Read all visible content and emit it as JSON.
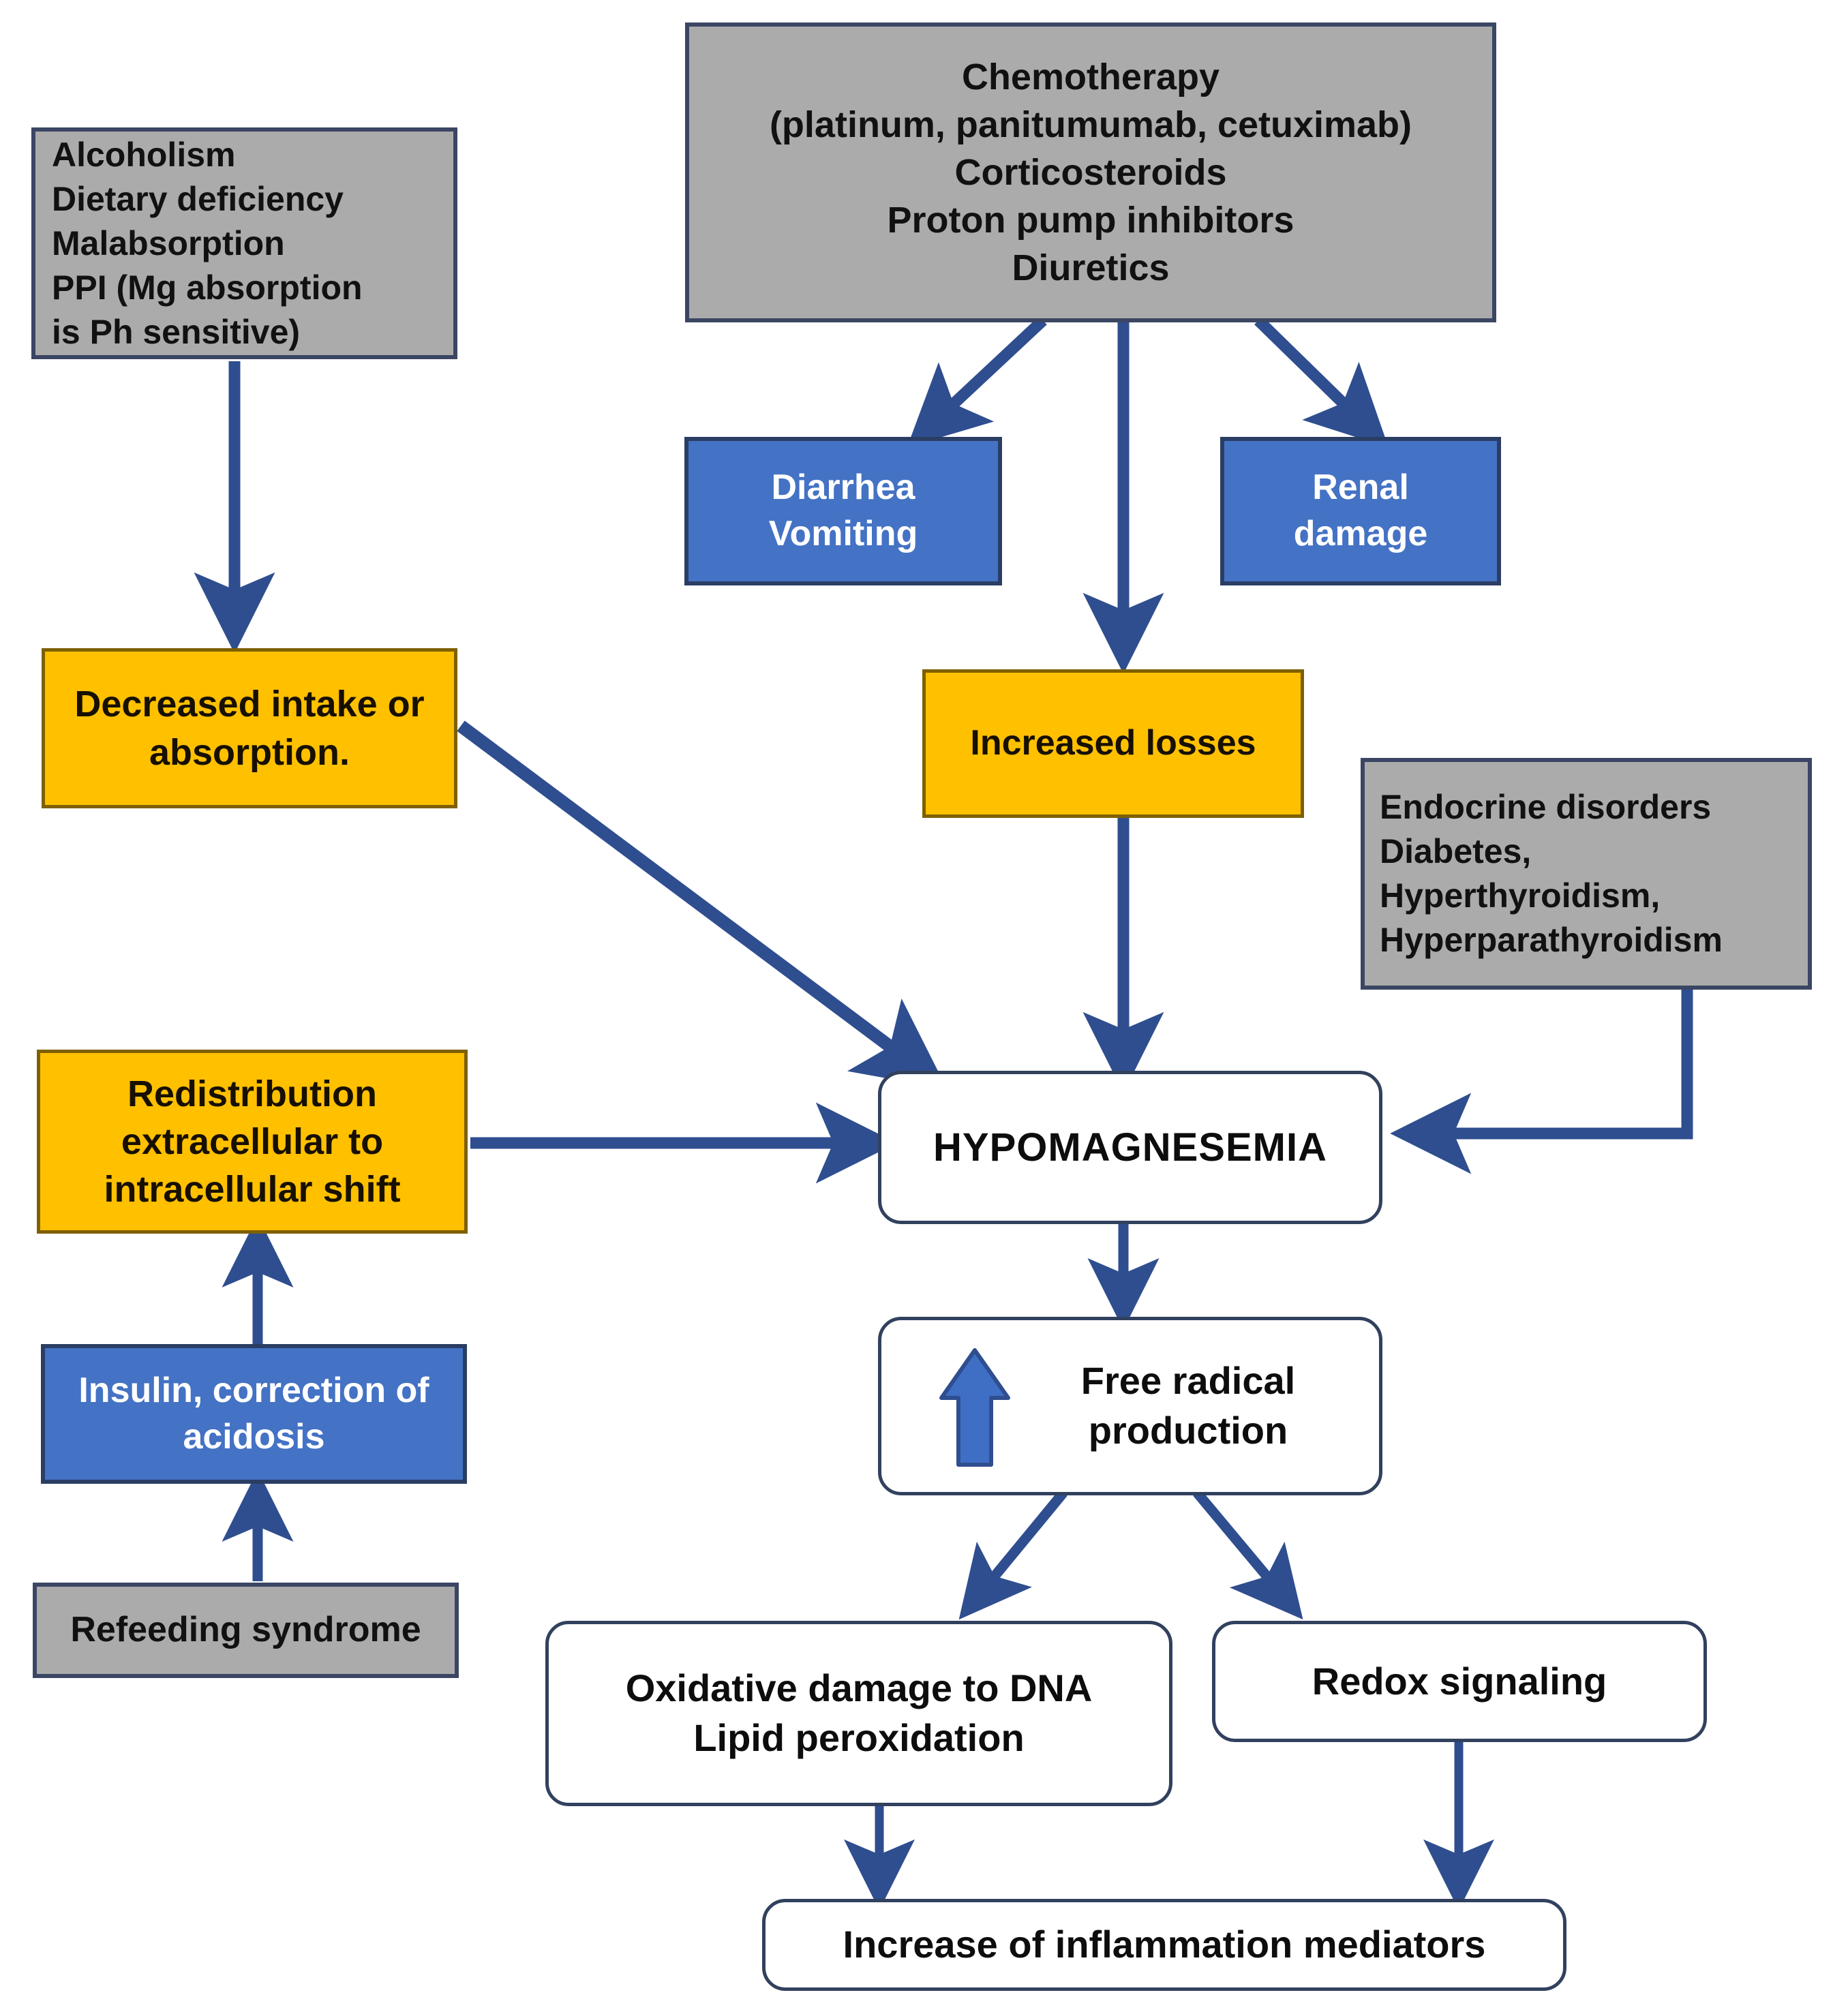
{
  "diagram": {
    "title": "Hypomagnesemia pathophysiology flowchart",
    "colors": {
      "gray_fill": "#ABABAB",
      "blue_fill": "#4472C4",
      "yellow_fill": "#FFC000",
      "white_fill": "#FFFFFF",
      "border_dark_blue": "#31415E",
      "arrow": "#2F4E8F",
      "yellow_border": "#7E6000"
    },
    "nodes": {
      "drug_causes": "Chemotherapy\n(platinum, panitumumab, cetuximab)\nCorticosteroids\nProton pump inhibitors\nDiuretics",
      "intake_causes": "Alcoholism\nDietary deficiency\nMalabsorption\nPPI (Mg absorption\nis Ph sensitive)",
      "diarrhea_vomiting": "Diarrhea\nVomiting",
      "renal_damage": "Renal\ndamage",
      "decreased_intake": "Decreased intake or\nabsorption.",
      "increased_losses": "Increased losses",
      "endocrine_disorders": "Endocrine disorders\nDiabetes,\nHyperthyroidism,\nHyperparathyroidism",
      "redistribution": "Redistribution\nextracellular to\nintracellular shift",
      "insulin_acidosis": "Insulin, correction of\nacidosis",
      "refeeding_syndrome": "Refeeding syndrome",
      "hypomagnesemia": "HYPOMAGNESEMIA",
      "free_radical": "Free radical\nproduction",
      "oxidative_damage": "Oxidative damage to DNA\nLipid peroxidation",
      "redox_signaling": "Redox signaling",
      "inflammation": "Increase of inflammation mediators"
    },
    "icons": {
      "increase_arrow": "up-arrow-icon"
    },
    "edges": [
      {
        "from": "intake_causes",
        "to": "decreased_intake",
        "style": "straight-down"
      },
      {
        "from": "drug_causes",
        "to": "diarrhea_vomiting",
        "style": "diagonal-down-left"
      },
      {
        "from": "drug_causes",
        "to": "increased_losses",
        "style": "straight-down"
      },
      {
        "from": "drug_causes",
        "to": "renal_damage",
        "style": "diagonal-down-right"
      },
      {
        "from": "decreased_intake",
        "to": "hypomagnesemia",
        "style": "diagonal-down-right"
      },
      {
        "from": "increased_losses",
        "to": "hypomagnesemia",
        "style": "straight-down"
      },
      {
        "from": "endocrine_disorders",
        "to": "hypomagnesemia",
        "style": "elbow-down-left"
      },
      {
        "from": "redistribution",
        "to": "hypomagnesemia",
        "style": "straight-right"
      },
      {
        "from": "insulin_acidosis",
        "to": "redistribution",
        "style": "straight-up"
      },
      {
        "from": "refeeding_syndrome",
        "to": "insulin_acidosis",
        "style": "straight-up"
      },
      {
        "from": "hypomagnesemia",
        "to": "free_radical",
        "style": "straight-down"
      },
      {
        "from": "free_radical",
        "to": "oxidative_damage",
        "style": "diagonal-down-left"
      },
      {
        "from": "free_radical",
        "to": "redox_signaling",
        "style": "diagonal-down-right"
      },
      {
        "from": "oxidative_damage",
        "to": "inflammation",
        "style": "straight-down"
      },
      {
        "from": "redox_signaling",
        "to": "inflammation",
        "style": "straight-down"
      }
    ]
  }
}
